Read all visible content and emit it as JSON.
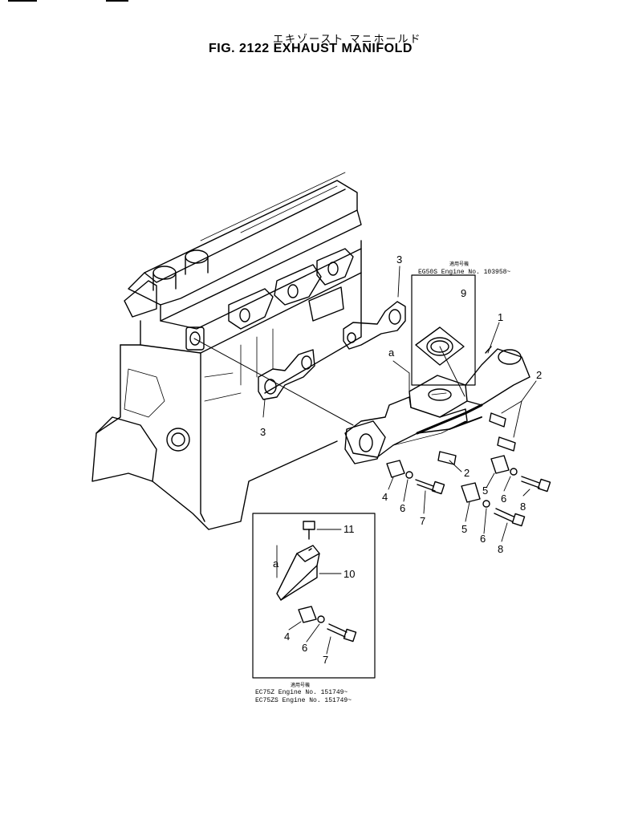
{
  "header": {
    "title_jp": "エキゾースト マニホールド",
    "title_en": "FIG. 2122  EXHAUST MANIFOLD"
  },
  "callouts": {
    "c1": "1",
    "c2a": "2",
    "c2b": "2",
    "c3a": "3",
    "c3b": "3",
    "c4a": "4",
    "c4b": "4",
    "c5a": "5",
    "c5b": "5",
    "c6a": "6",
    "c6b": "6",
    "c6c": "6",
    "c7a": "7",
    "c7b": "7",
    "c8a": "8",
    "c8b": "8",
    "c9": "9",
    "c10": "10",
    "c11": "11",
    "a1": "a",
    "a2": "a"
  },
  "notes": {
    "eg_jp": "適用号機",
    "eg_line": "EG50S  Engine  No. 103958~",
    "ec_jp": "適用号機",
    "ec_line1": "EC75Z    Engine  No. 151749~",
    "ec_line2": "EC75ZS  Engine  No. 151749~"
  }
}
